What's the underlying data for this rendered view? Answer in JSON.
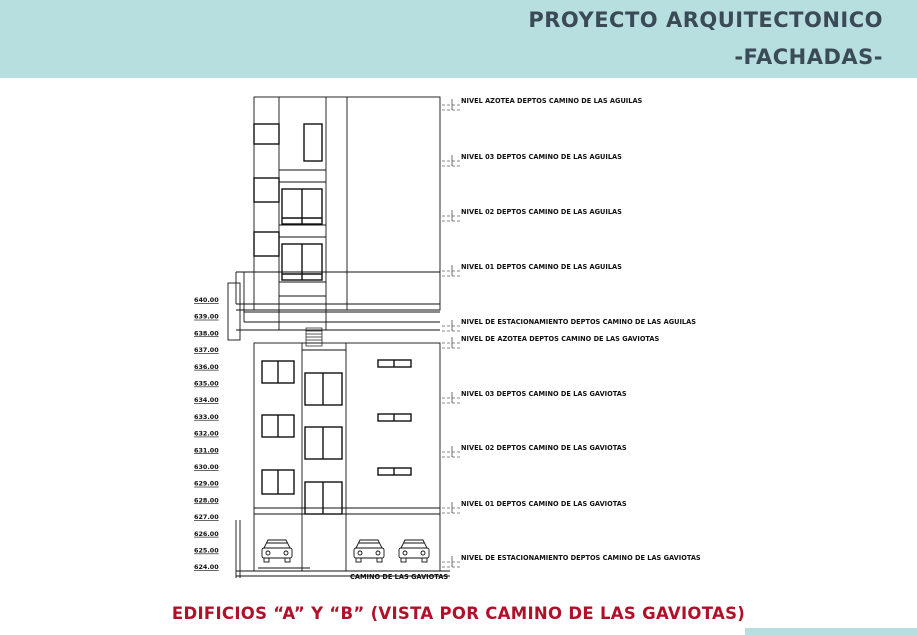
{
  "header": {
    "title_line1": "PROYECTO ARQUITECTONICO",
    "title_line2": "-FACHADAS-",
    "background_color": "#b7dfe0",
    "text_color": "#3a4a56"
  },
  "drawing": {
    "level_labels": [
      "NIVEL AZOTEA DEPTOS CAMINO DE LAS AGUILAS",
      "NIVEL 03  DEPTOS CAMINO DE LAS AGUILAS",
      "NIVEL 02 DEPTOS CAMINO DE LAS AGUILAS",
      "NIVEL 01 DEPTOS CAMINO DE LAS AGUILAS",
      "NIVEL DE ESTACIONAMIENTO DEPTOS CAMINO DE LAS AGUILAS",
      "NIVEL DE AZOTEA DEPTOS CAMINO DE LAS GAVIOTAS",
      "NIVEL 03 DEPTOS CAMINO DE LAS GAVIOTAS",
      "NIVEL 02 DEPTOS CAMINO DE LAS GAVIOTAS",
      "NIVEL 01 DEPTOS CAMINO DE LAS GAVIOTAS",
      "NIVEL DE ESTACIONAMIENTO DEPTOS CAMINO DE LAS GAVIOTAS"
    ],
    "elevations": [
      "640.00",
      "639.00",
      "638.00",
      "637.00",
      "636.00",
      "635.00",
      "634.00",
      "633.00",
      "632.00",
      "631.00",
      "630.00",
      "629.00",
      "628.00",
      "627.00",
      "626.00",
      "625.00",
      "624.00"
    ],
    "road_label": "CAMINO DE LAS GAVIOTAS"
  },
  "caption": {
    "text": "EDIFICIOS “A” Y “B” (VISTA POR CAMINO DE LAS GAVIOTAS)",
    "color": "#b0112a"
  }
}
